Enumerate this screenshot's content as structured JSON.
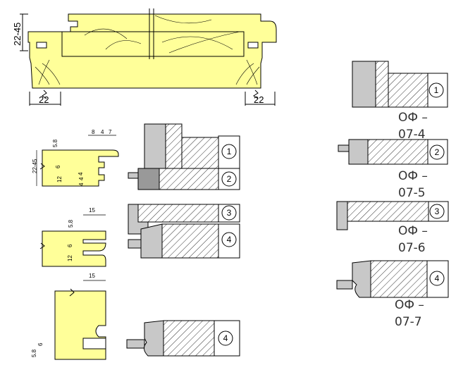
{
  "top_profile": {
    "height_label": "22-45",
    "left_width_label": "22",
    "right_width_label": "22"
  },
  "profile_a": {
    "dims": [
      "5.8",
      "8",
      "4",
      "7",
      "22-45",
      "6",
      "12",
      "4",
      "4",
      "4"
    ]
  },
  "profile_b": {
    "dims": [
      "15",
      "5.8",
      "6",
      "12"
    ]
  },
  "profile_c": {
    "dims": [
      "15",
      "5.8",
      "6"
    ]
  },
  "cutter_numbers": [
    "1",
    "2",
    "3",
    "4",
    "4"
  ],
  "sets": [
    {
      "num": "1",
      "code_line1": "ОФ –",
      "code_line2": "07-4"
    },
    {
      "num": "2",
      "code_line1": "ОФ –",
      "code_line2": "07-5"
    },
    {
      "num": "3",
      "code_line1": "ОФ –",
      "code_line2": "07-6"
    },
    {
      "num": "4",
      "code_line1": "ОФ –",
      "code_line2": "07-7"
    }
  ],
  "colors": {
    "wood": "#ffff99",
    "hatch": "#000000",
    "shank": "#c8c8c8",
    "dark_shank": "#999999"
  }
}
